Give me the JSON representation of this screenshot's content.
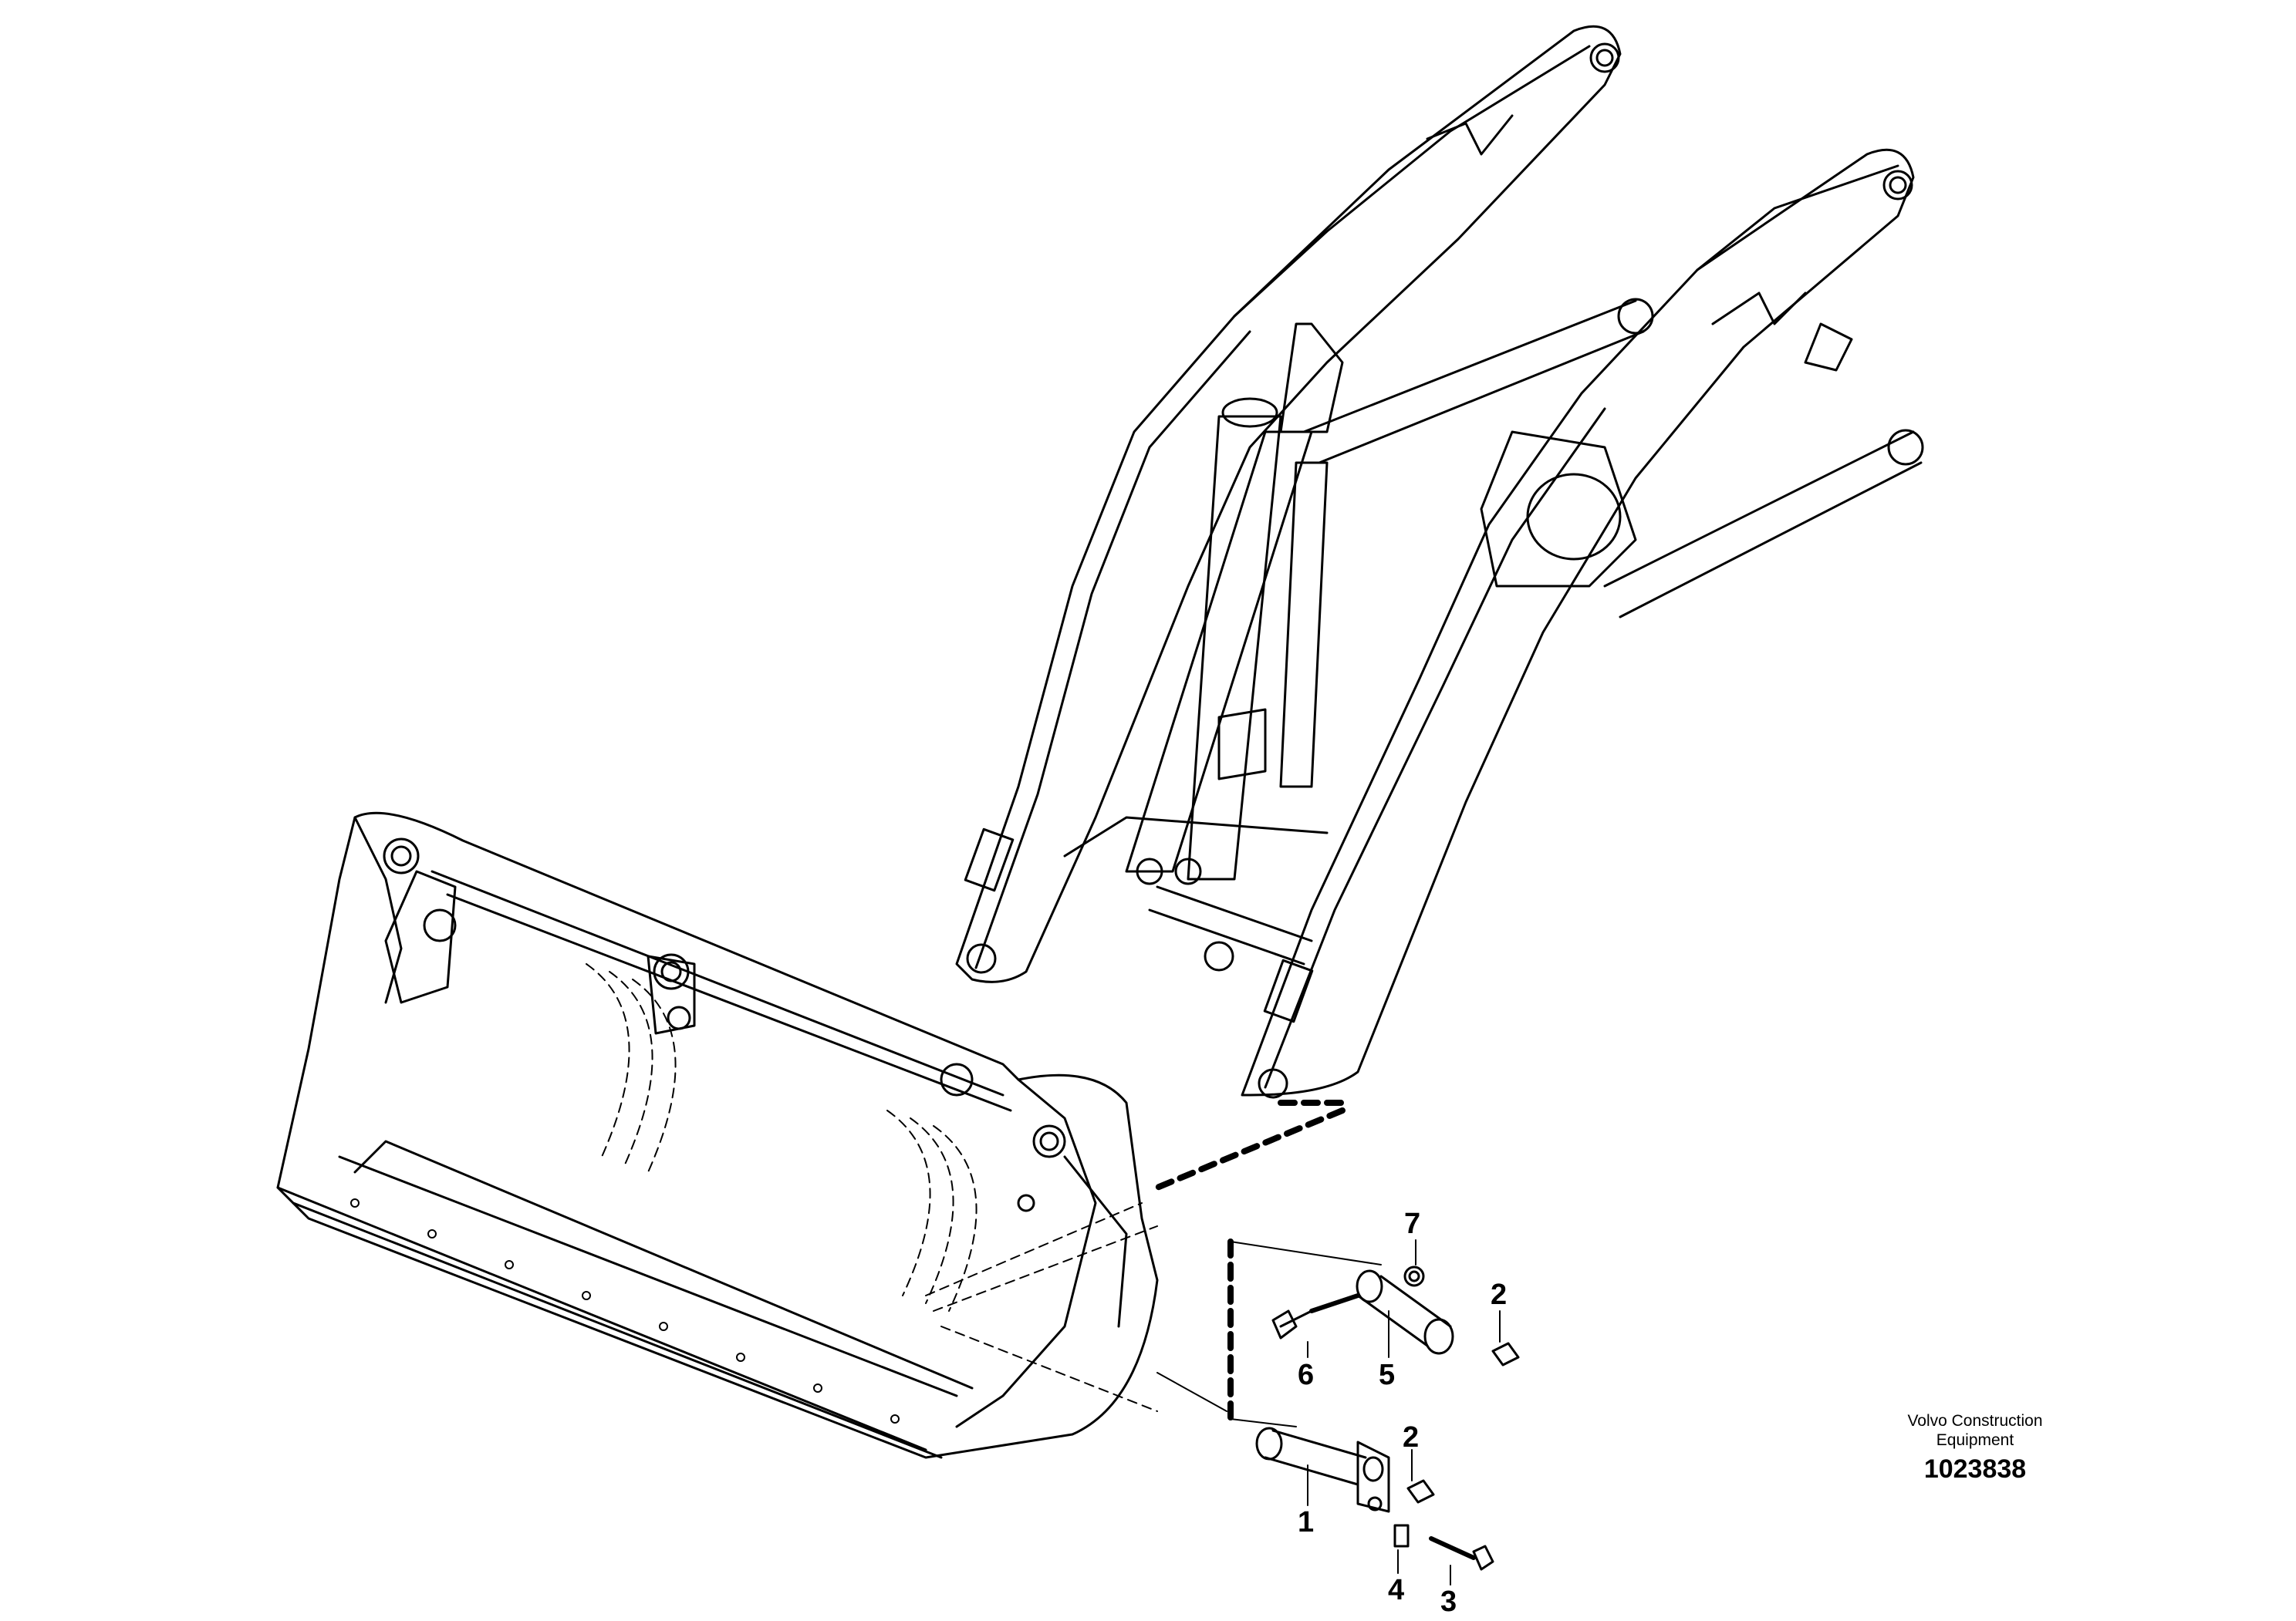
{
  "diagram": {
    "callouts": [
      {
        "id": "c7",
        "label": "7"
      },
      {
        "id": "c2a",
        "label": "2"
      },
      {
        "id": "c6",
        "label": "6"
      },
      {
        "id": "c5",
        "label": "5"
      },
      {
        "id": "c2b",
        "label": "2"
      },
      {
        "id": "c1",
        "label": "1"
      },
      {
        "id": "c4",
        "label": "4"
      },
      {
        "id": "c3",
        "label": "3"
      }
    ],
    "manufacturer_line1": "Volvo Construction",
    "manufacturer_line2": "Equipment",
    "part_number": "1023838"
  }
}
